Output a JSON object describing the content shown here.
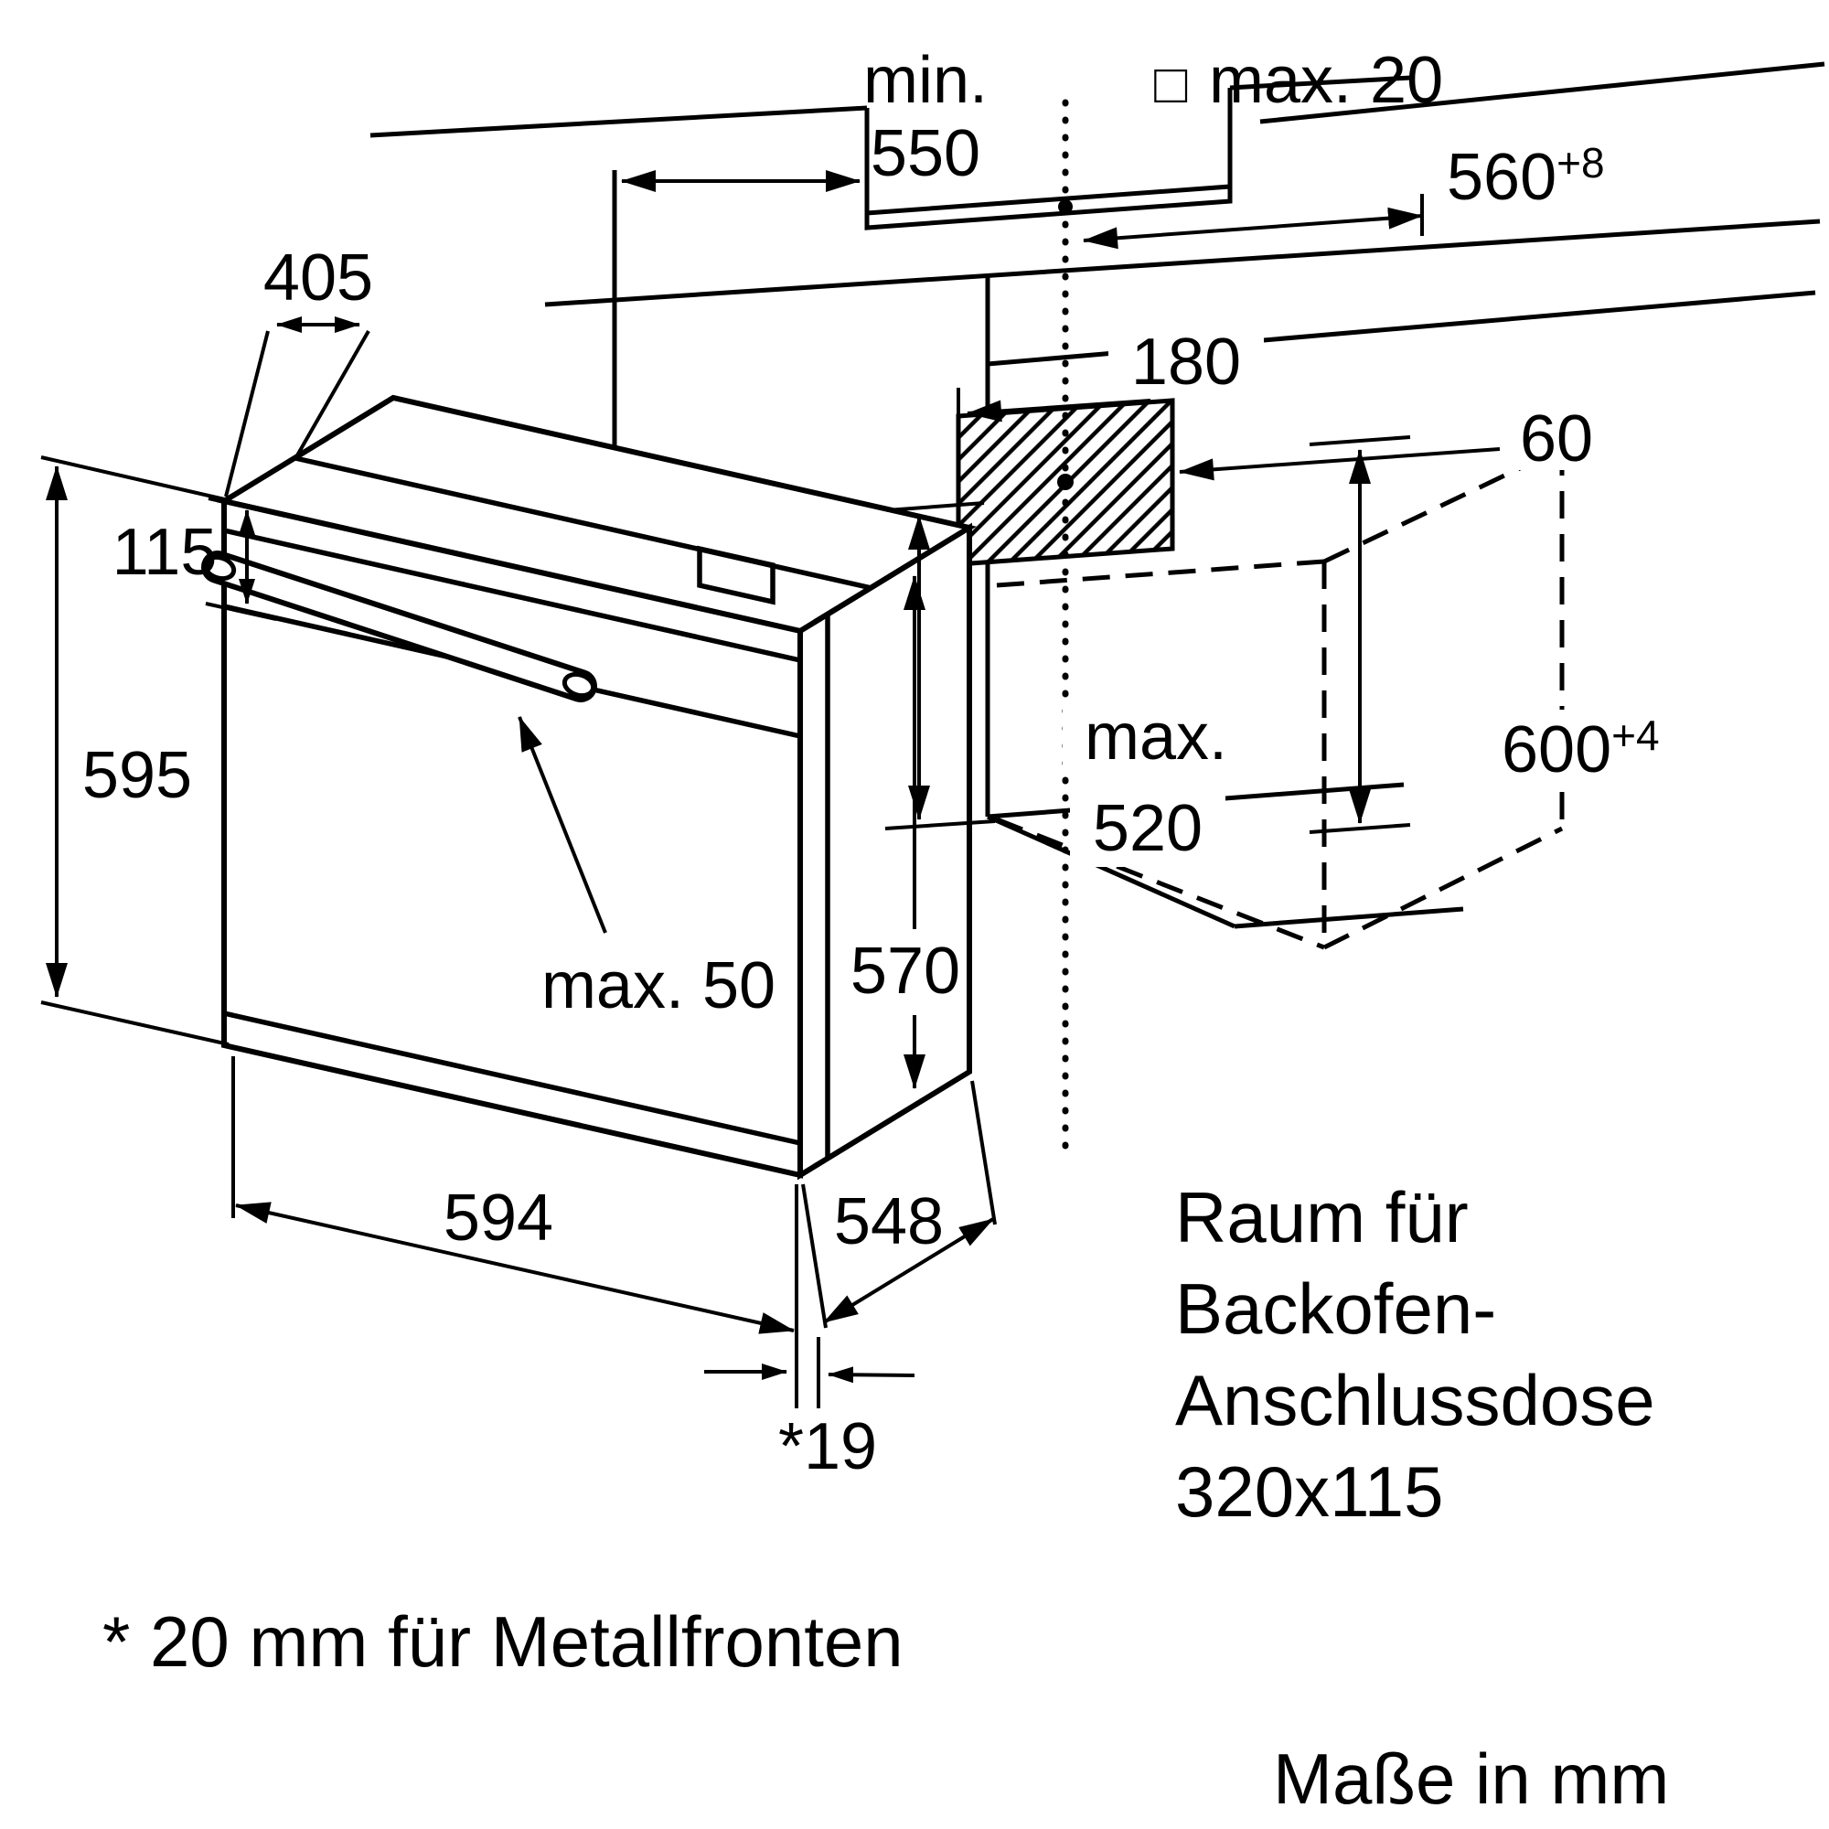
{
  "labels": {
    "top_clearance": {
      "line1": "min.",
      "line2": "550"
    },
    "gap_symbol": "□",
    "gap": "max. 20",
    "niche_width": {
      "value": "560",
      "tolerance": "+8"
    },
    "top_depth": "405",
    "box_offset_left": "180",
    "box_offset_right": "60",
    "panel_height": "115",
    "oven_height": "595",
    "clearance_label": "max.",
    "clearance_value": "520",
    "niche_height": {
      "value": "600",
      "tolerance": "+4"
    },
    "handle_clearance": "max. 50",
    "body_height": "570",
    "oven_width": "594",
    "body_depth": "548",
    "door_offset": "*19",
    "connection_box_note": {
      "line1": "Raum für",
      "line2": "Backofen-",
      "line3": "Anschlussdose",
      "line4": "320x115"
    },
    "footnote": "* 20 mm für Metallfronten",
    "units": "Maße in mm"
  },
  "colors": {
    "line": "#000000",
    "background": "#ffffff"
  }
}
